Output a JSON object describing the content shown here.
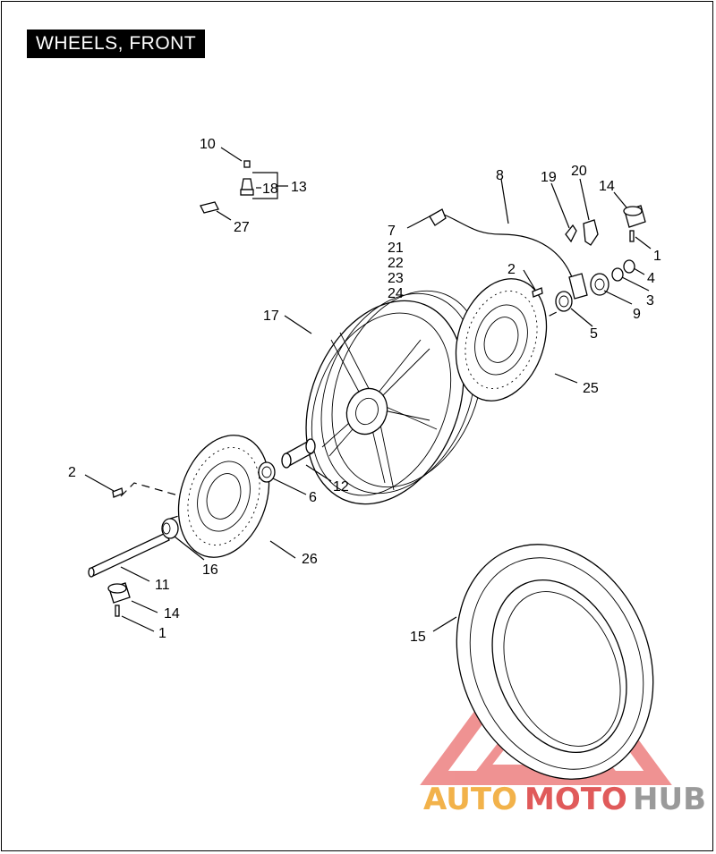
{
  "title": "WHEELS, FRONT",
  "callouts": [
    "1",
    "2",
    "3",
    "4",
    "5",
    "6",
    "7",
    "8",
    "9",
    "10",
    "11",
    "12",
    "13",
    "14",
    "15",
    "16",
    "17",
    "18",
    "19",
    "20",
    "21",
    "22",
    "23",
    "24",
    "25",
    "26",
    "27"
  ],
  "watermark": {
    "auto": "AUTO",
    "moto": "MOTO",
    "hub": "HUB",
    "color_auto": "#f2b24a",
    "color_moto": "#e05a5a",
    "color_hub": "#9a9a9a",
    "logo_color": "#e23a3a"
  }
}
